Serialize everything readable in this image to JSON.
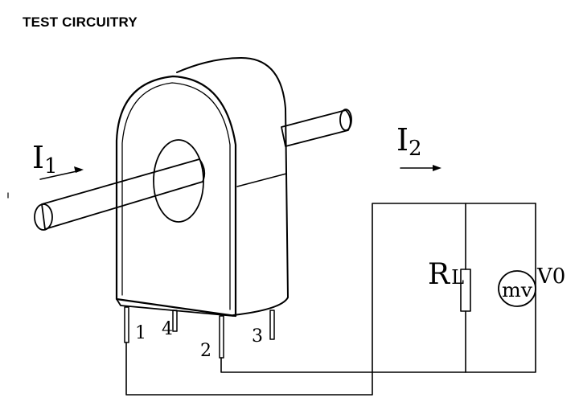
{
  "title": "TEST CIRCUITRY",
  "labels": {
    "i1_main": "I",
    "i1_sub": "1",
    "i2_main": "I",
    "i2_sub": "2",
    "rl_main": "R",
    "rl_sub": "L",
    "meter": "mv",
    "vo": "V0",
    "pin1": "1",
    "pin2": "2",
    "pin3": "3",
    "pin4": "4"
  }
}
